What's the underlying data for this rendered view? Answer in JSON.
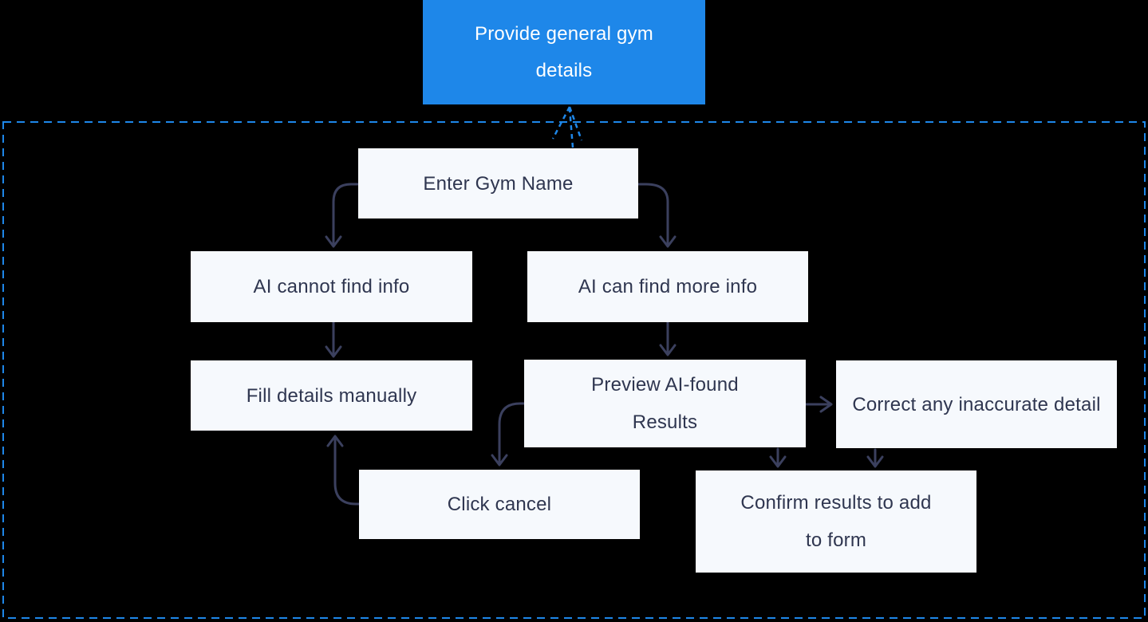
{
  "colors": {
    "background": "#000000",
    "accent_blue": "#1e87e9",
    "node_background": "#f6f9fd",
    "node_text": "#2f3650",
    "arrow": "#3b405e"
  },
  "flowchart": {
    "start_node": "Provide general gym details",
    "nodes": {
      "enter_gym_name": "Enter Gym Name",
      "ai_cannot_find_info": "AI cannot find info",
      "ai_can_find_more_info": "AI can find more info",
      "fill_details_manually": "Fill details manually",
      "preview_ai_found_results": "Preview AI-found Results",
      "correct_any_inaccurate_detail": "Correct any inaccurate detail",
      "click_cancel": "Click cancel",
      "confirm_results_to_add_to_form": "Confirm results to add to form"
    },
    "connections": [
      {
        "from": "enter_gym_name",
        "to": "ai_cannot_find_info",
        "style": "solid"
      },
      {
        "from": "enter_gym_name",
        "to": "ai_can_find_more_info",
        "style": "solid"
      },
      {
        "from": "ai_cannot_find_info",
        "to": "fill_details_manually",
        "style": "solid"
      },
      {
        "from": "ai_can_find_more_info",
        "to": "preview_ai_found_results",
        "style": "solid"
      },
      {
        "from": "preview_ai_found_results",
        "to": "correct_any_inaccurate_detail",
        "style": "solid"
      },
      {
        "from": "preview_ai_found_results",
        "to": "click_cancel",
        "style": "solid"
      },
      {
        "from": "preview_ai_found_results",
        "to": "confirm_results_to_add_to_form",
        "style": "solid"
      },
      {
        "from": "correct_any_inaccurate_detail",
        "to": "confirm_results_to_add_to_form",
        "style": "solid"
      },
      {
        "from": "click_cancel",
        "to": "fill_details_manually",
        "style": "solid"
      },
      {
        "from": "enter_gym_name",
        "to": "start_node",
        "style": "dashed"
      }
    ]
  }
}
